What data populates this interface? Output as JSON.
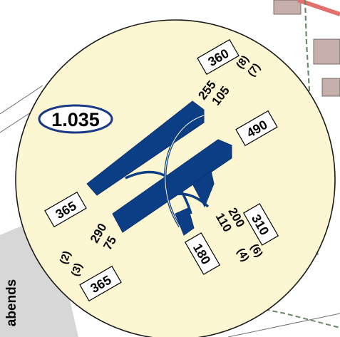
{
  "colors": {
    "circle_fill": "#fcf6d2",
    "stream_fill": "#0c3e86",
    "stream_stroke": "#0a3270",
    "building": "#c6aeab",
    "road_red": "#e46f6f",
    "rail_green": "#6b8a6b",
    "side_gray": "#d7d7d7"
  },
  "total": "1.035",
  "street_label": "abends",
  "arms": {
    "ne": {
      "total": "360",
      "flow_top": "255",
      "flow_bottom": "105",
      "paren_top": "(8)",
      "paren_bottom": "(7)"
    },
    "e": {
      "total": "490"
    },
    "nw": {
      "total": "365"
    },
    "sw": {
      "total": "365",
      "flow_top": "290",
      "flow_bottom": "75",
      "paren_top": "(2)",
      "paren_bottom": "(3)"
    },
    "s": {
      "total": "180"
    },
    "se": {
      "total": "310",
      "flow_top": "200",
      "flow_bottom": "110",
      "paren_top": "(6)",
      "paren_bottom": "(4)"
    }
  }
}
